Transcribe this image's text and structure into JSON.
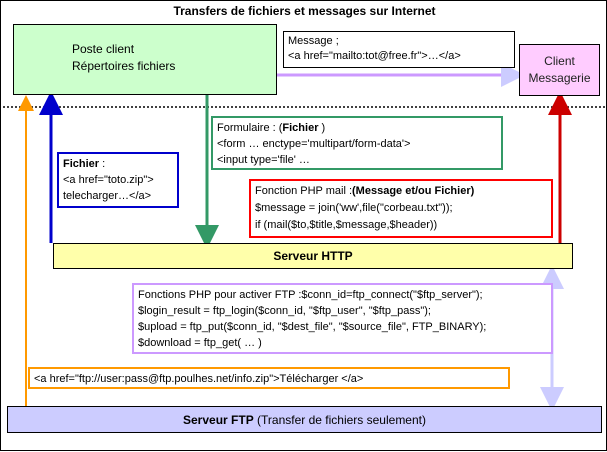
{
  "title": "Transfers de fichiers et messages sur Internet",
  "client": {
    "line1": "Poste client",
    "line2": "Répertoires fichiers"
  },
  "mail_client": {
    "line1": "Client",
    "line2": "Messagerie"
  },
  "message_box": {
    "line1": "Message ;",
    "line2": "<a href=\"mailto:tot@free.fr\">…</a>"
  },
  "form_box": {
    "label": "Formulaire : (",
    "bold": "Fichier",
    "close": " )",
    "line2": "<form … enctype='multipart/form-data'>",
    "line3": "<input type='file' …"
  },
  "fichier_box": {
    "bold": "Fichier",
    "colon": " :",
    "line2": "<a href=\"toto.zip\">",
    "line3": "telecharger…</a>"
  },
  "php_mail_box": {
    "label": "Fonction PHP mail :",
    "bold": "(Message et/ou Fichier)",
    "line2": "$message = join('ww',file(\"corbeau.txt\"));",
    "line3": "if (mail($to,$title,$message,$header))"
  },
  "http_server": {
    "label": "Serveur HTTP"
  },
  "ftp_functions_box": {
    "line1": "Fonctions PHP pour activer FTP :$conn_id=ftp_connect(\"$ftp_server\");",
    "line2": "$login_result = ftp_login($conn_id, \"$ftp_user\", \"$ftp_pass\");",
    "line3": "$upload = ftp_put($conn_id, \"$dest_file\", \"$source_file\", FTP_BINARY);",
    "line4": "$download = ftp_get( … )"
  },
  "ftp_link_box": {
    "text": "<a href=\"ftp://user:pass@ftp.poulhes.net/info.zip\">Télécharger </a>"
  },
  "ftp_server": {
    "bold": "Serveur FTP",
    "rest": " (Transfer de fichiers seulement)"
  },
  "colors": {
    "green": "#339966",
    "blue": "#0000cc",
    "red": "#ff0000",
    "darkred": "#cc0000",
    "orange": "#ff9900",
    "purple": "#cc99ff",
    "client_fill": "#ccffcc",
    "mail_fill": "#ffccff",
    "http_fill": "#ffffaa",
    "ftp_fill": "#ccccff"
  }
}
